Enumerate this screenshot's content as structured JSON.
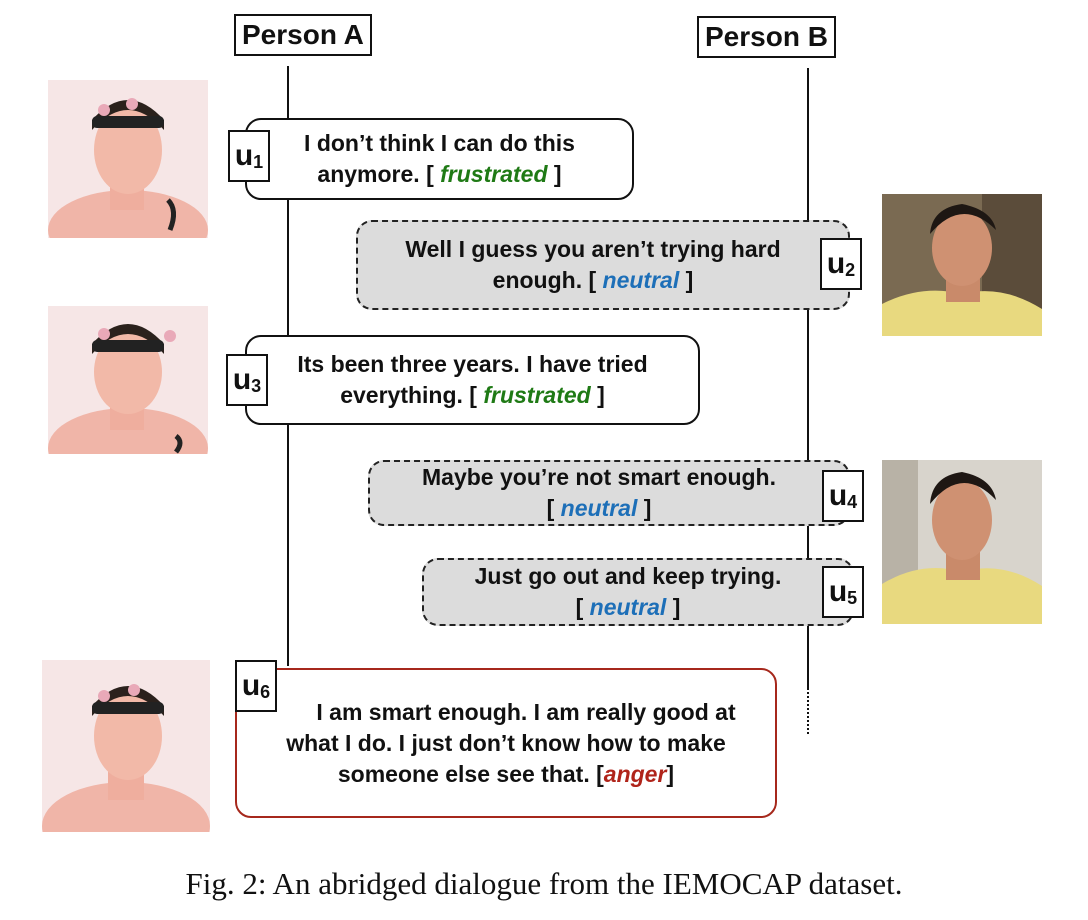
{
  "persons": {
    "a": "Person A",
    "b": "Person B"
  },
  "utterances": [
    {
      "id": "u",
      "num": "1",
      "speaker": "A",
      "text1": "I don’t think I can do this",
      "text2pre": "anymore. [ ",
      "emotion": "frustrated",
      "text2post": " ]"
    },
    {
      "id": "u",
      "num": "2",
      "speaker": "B",
      "text1": "Well I guess you aren’t trying hard",
      "text2pre": "enough. [ ",
      "emotion": "neutral",
      "text2post": " ]"
    },
    {
      "id": "u",
      "num": "3",
      "speaker": "A",
      "text1": "Its been three years. I have tried",
      "text2pre": "everything. [ ",
      "emotion": "frustrated",
      "text2post": " ]"
    },
    {
      "id": "u",
      "num": "4",
      "speaker": "B",
      "text1": "Maybe you’re not smart enough.",
      "text2pre": "[ ",
      "emotion": "neutral",
      "text2post": " ]"
    },
    {
      "id": "u",
      "num": "5",
      "speaker": "B",
      "text1": "Just go out and keep trying.",
      "text2pre": "[ ",
      "emotion": "neutral",
      "text2post": " ]"
    },
    {
      "id": "u",
      "num": "6",
      "speaker": "A",
      "text1": "I am smart enough. I am really good at",
      "text1b": "what I do. I just don’t know how to make",
      "text2pre": "someone else see that. [",
      "emotion": "anger",
      "text2post": "]"
    }
  ],
  "caption": "Fig. 2: An abridged dialogue from the IEMOCAP dataset.",
  "colors": {
    "frustrated": "#1f7a15",
    "neutral": "#1d6fb8",
    "anger": "#b0241a",
    "anger_border": "#a6281c"
  }
}
